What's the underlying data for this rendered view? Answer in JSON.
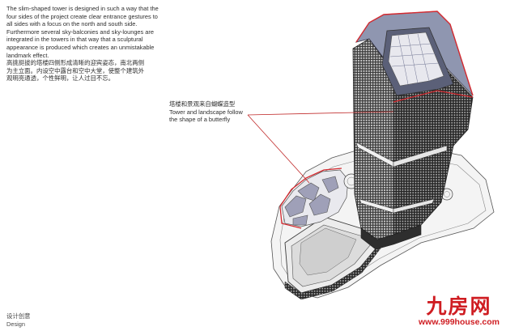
{
  "intro": {
    "en_lines": [
      "The slim-shaped tower is designed in such a way that the",
      "four sides of the project create clear entrance gestures to",
      "all sides with a focus on the north and south side.",
      "Furthermore several sky-balconies and sky-lounges are",
      "integrated in the towers in that way that a sculptural",
      "appearance is produced which creates an unmistakable",
      "landmark effect."
    ],
    "cn_lines": [
      "高挑挺拔的塔楼四侧形成清晰的迎宾姿态，南北两侧",
      "为主立面。内设空中露台和空中大堂，使整个建筑外",
      "观明亮通透，个性鲜明，让人过目不忘。"
    ]
  },
  "callout": {
    "cn": "塔楼和景观来自蝴蝶造型",
    "en_lines": [
      "Tower and landscape follow",
      "the shape of a butterfly"
    ]
  },
  "footer": {
    "cn": "设计创意",
    "en": "Design"
  },
  "watermark": {
    "logo": "九房网",
    "url": "www.999house.com"
  },
  "colors": {
    "accent_red": "#d42a30",
    "roof_fill": "#8f96b0",
    "facade_dark": "#2c2c2c",
    "landscape_purple": "#9fa0b8"
  }
}
